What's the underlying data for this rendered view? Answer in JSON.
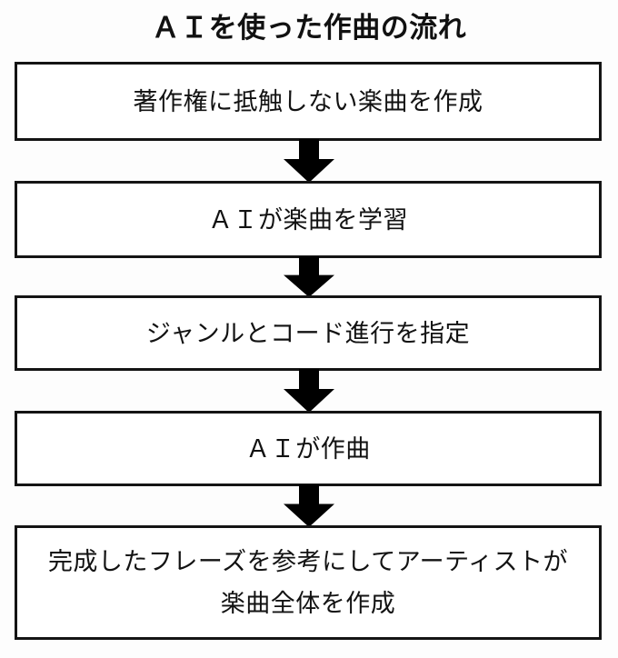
{
  "diagram": {
    "title": "ＡＩを使った作曲の流れ",
    "type": "flowchart",
    "orientation": "vertical-top-down",
    "background_color": "#fdfdfd",
    "box_border_color": "#141414",
    "box_fill_color": "#ffffff",
    "arrow_color": "#000000",
    "text_color": "#121212",
    "steps": [
      {
        "index": 1,
        "label": "著作権に抵触しない楽曲を作成"
      },
      {
        "index": 2,
        "label": "ＡＩが楽曲を学習"
      },
      {
        "index": 3,
        "label": "ジャンルとコード進行を指定"
      },
      {
        "index": 4,
        "label": "ＡＩが作曲"
      },
      {
        "index": 5,
        "label": "完成したフレーズを参考にしてアーティストが楽曲全体を作成"
      }
    ],
    "connectors": [
      {
        "index": 1,
        "from_step": 1,
        "to_step": 2,
        "icon": "down-block-arrow-icon"
      },
      {
        "index": 2,
        "from_step": 2,
        "to_step": 3,
        "icon": "down-block-arrow-icon"
      },
      {
        "index": 3,
        "from_step": 3,
        "to_step": 4,
        "icon": "down-block-arrow-icon"
      },
      {
        "index": 4,
        "from_step": 4,
        "to_step": 5,
        "icon": "down-block-arrow-icon"
      }
    ]
  }
}
